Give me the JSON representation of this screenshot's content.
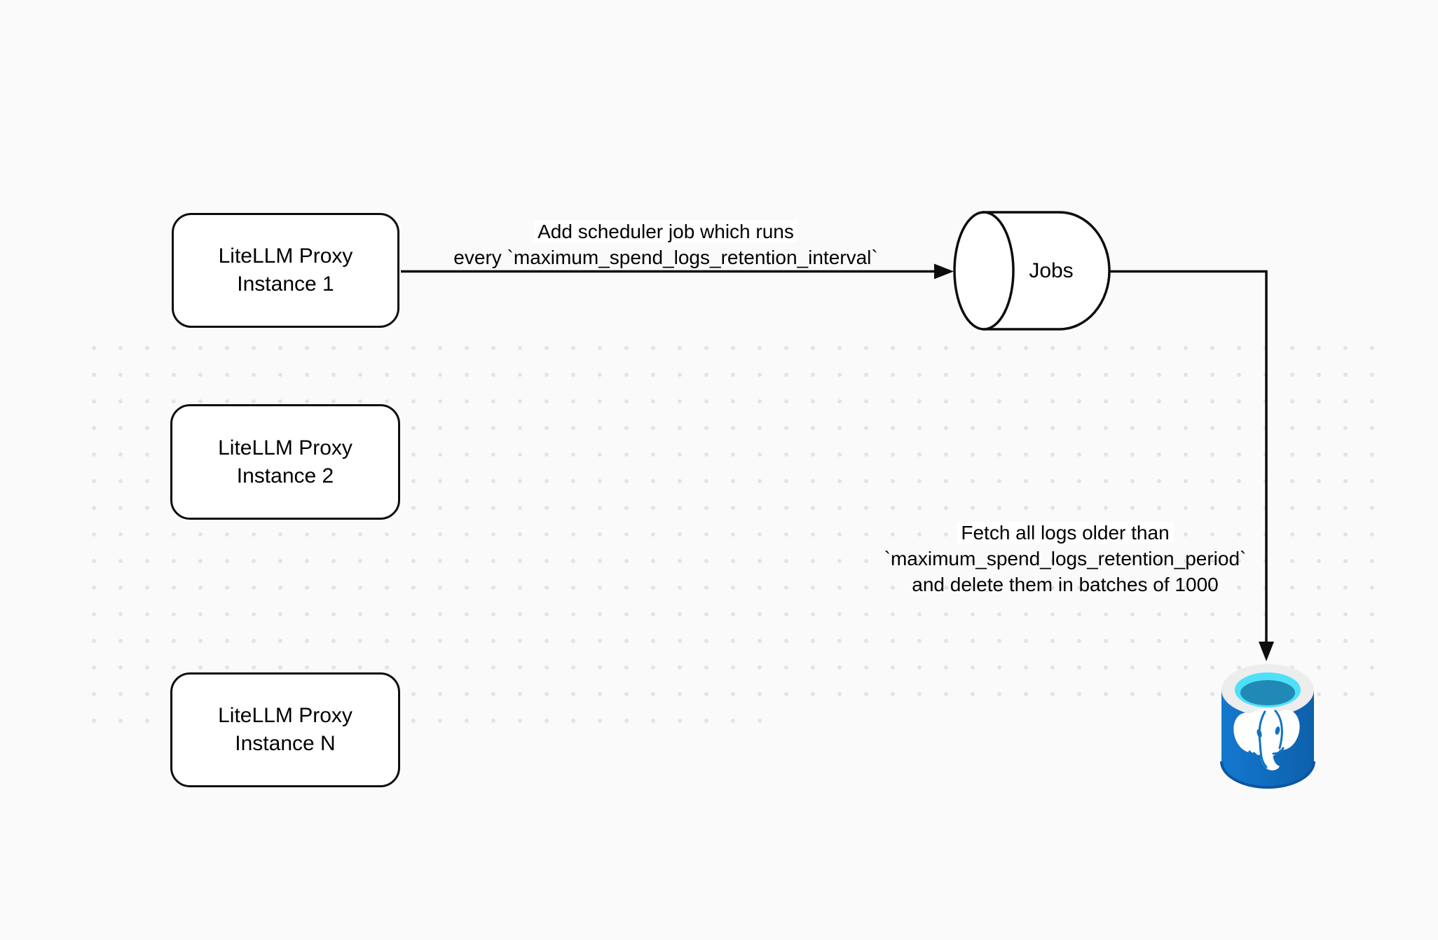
{
  "diagram": {
    "nodes": {
      "proxy1": {
        "line1": "LiteLLM Proxy",
        "line2": "Instance 1"
      },
      "proxy2": {
        "line1": "LiteLLM Proxy",
        "line2": "Instance 2"
      },
      "proxyN": {
        "line1": "LiteLLM Proxy",
        "line2": "Instance N"
      },
      "jobs": {
        "label": "Jobs"
      },
      "postgres": {
        "icon": "postgresql-database-icon"
      }
    },
    "edges": {
      "scheduler": {
        "line1": "Add scheduler job which runs",
        "line2": "every `maximum_spend_logs_retention_interval`"
      },
      "cleanup": {
        "line1": "Fetch all logs older than",
        "line2": "`maximum_spend_logs_retention_period`",
        "line3": "and delete them in batches of 1000"
      }
    },
    "colors": {
      "background": "#fafafa",
      "grid_dot": "#e3e3e3",
      "stroke": "#0d0d0d",
      "node_fill": "#ffffff",
      "postgres_blue": "#1172c3",
      "postgres_blue_dark": "#0e60ab",
      "postgres_cyan": "#4fe0f8",
      "postgres_teal": "#2089b5",
      "postgres_rim": "#ededee"
    }
  }
}
